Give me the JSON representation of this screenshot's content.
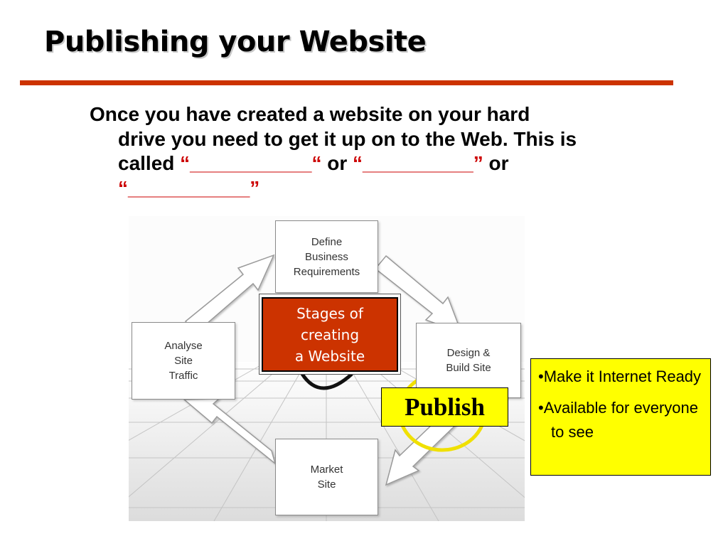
{
  "slide": {
    "title": "Publishing your Website",
    "rule_color": "#cc3300"
  },
  "body": {
    "line1": "Once you have created a website on your hard",
    "line2": "drive you need to get it up on to the Web. This is",
    "line3_prefix": "called ",
    "blank1": "“___________“",
    "or1": " or  ",
    "blank2": "“__________”",
    "or2": " or",
    "blank3": "“___________”",
    "blank_color": "#cc0000"
  },
  "diagram": {
    "stages": {
      "define": "Define\nBusiness\nRequirements",
      "design": "Design &\nBuild Site",
      "market": "Market\nSite",
      "analyse": "Analyse\nSite\nTraffic"
    },
    "center_label": "Stages of\ncreating\n a Website",
    "center_color": "#cc3300",
    "highlight_color": "#f0e000"
  },
  "publish": {
    "label": "Publish",
    "color": "#ffff00"
  },
  "notes": {
    "items": [
      "•Make it Internet Ready",
      "•Available for everyone to see"
    ]
  }
}
